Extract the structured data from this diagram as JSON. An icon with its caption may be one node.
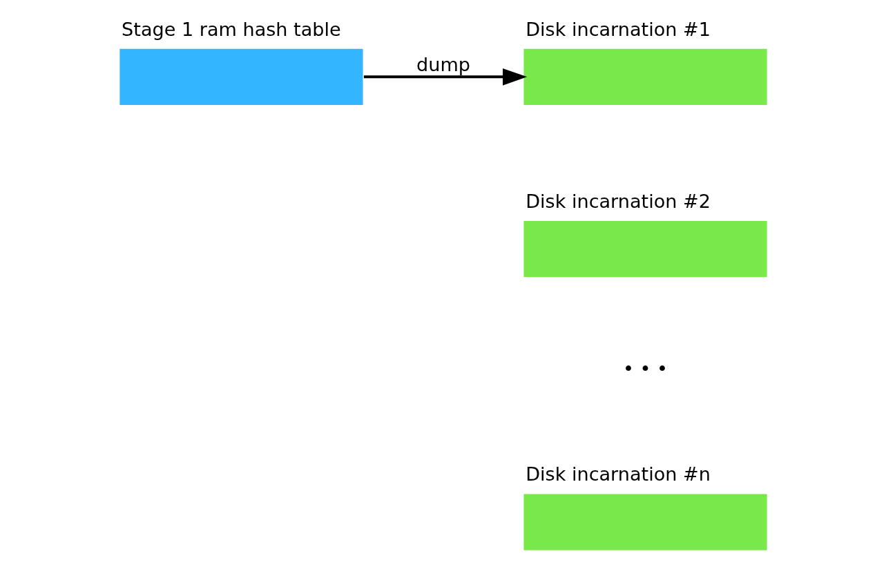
{
  "diagram": {
    "nodes": [
      {
        "text": [
          "Stage 1 ram hash table"
        ]
      },
      {
        "text": [
          "Disk incarnation #1"
        ]
      },
      {
        "text": [
          "Disk incarnation #2"
        ]
      },
      {
        "text": [
          "Disk incarnation #n"
        ]
      }
    ],
    "edges": [
      {
        "from": 0,
        "to": 1,
        "arrow": "to",
        "label": "dump"
      }
    ],
    "labels": [
      "• • •"
    ]
  }
}
